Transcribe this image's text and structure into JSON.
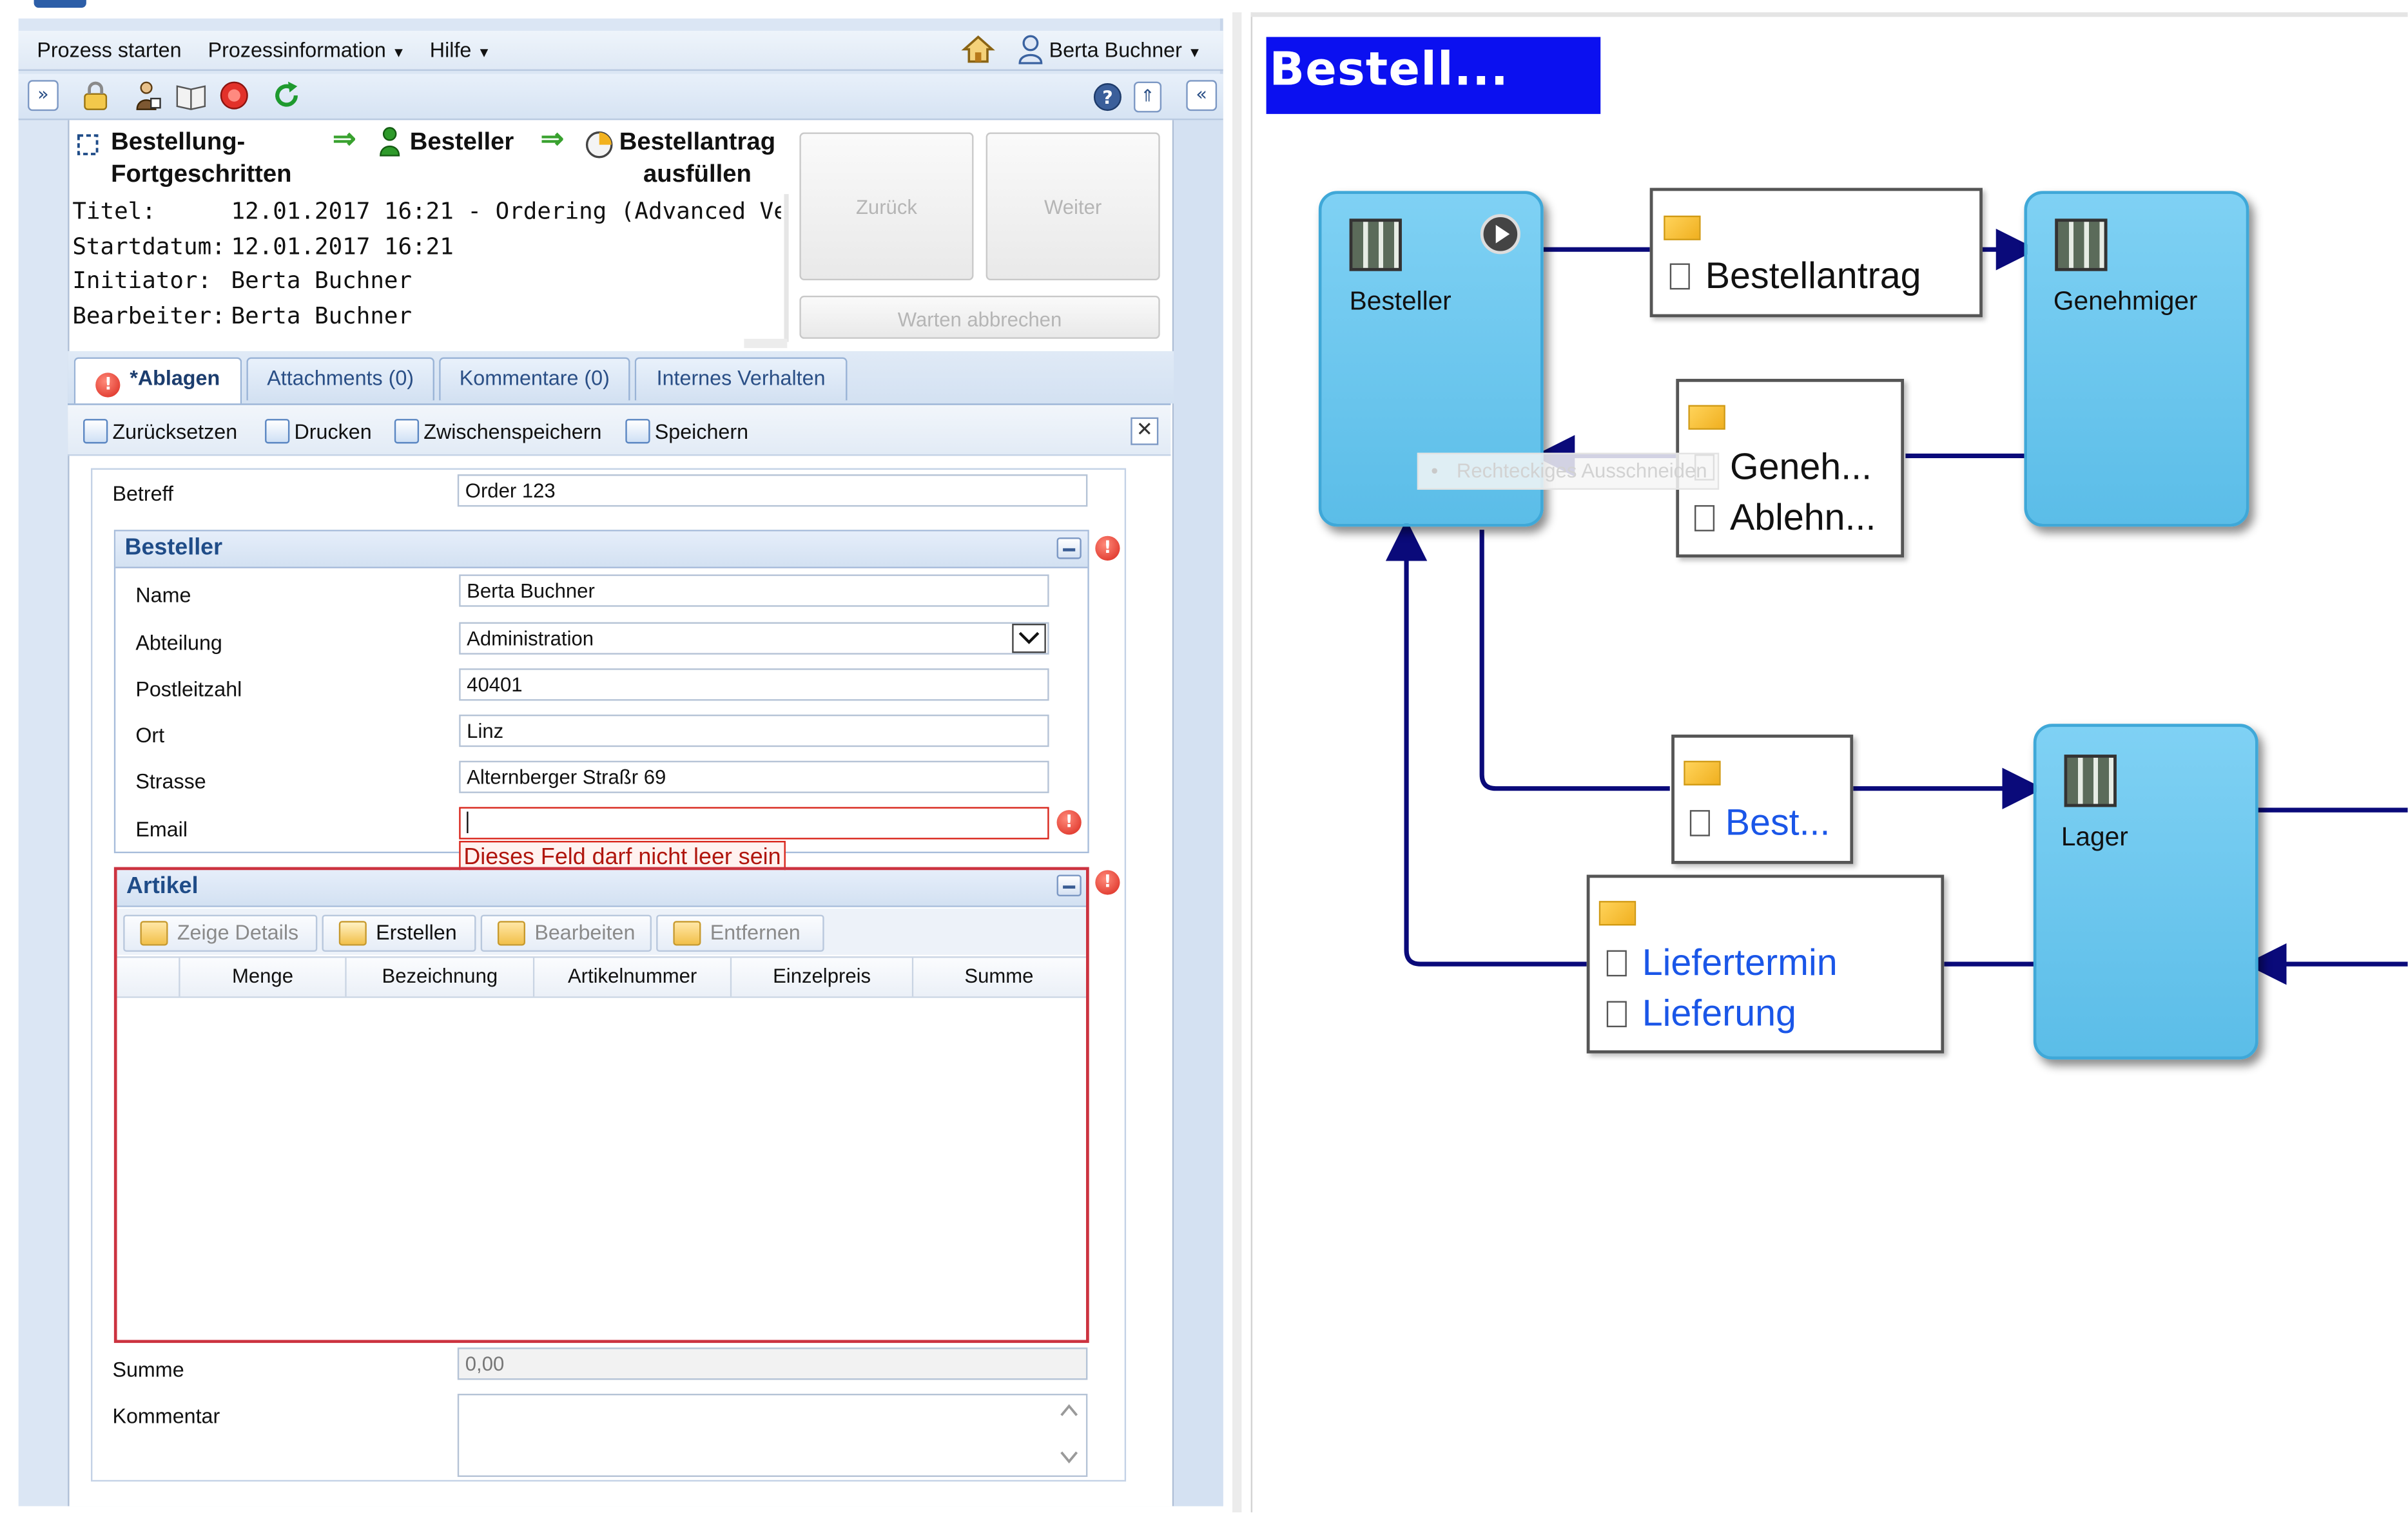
{
  "menubar": {
    "items": [
      "Prozess starten",
      "Prozessinformation",
      "Hilfe"
    ],
    "user_name": "Berta Buchner"
  },
  "header": {
    "breadcrumb": {
      "process": "Bestellung-\nFortgeschritten",
      "role": "Besteller",
      "step": "Bestellantrag\nausfüllen"
    },
    "info": [
      {
        "label": "Titel:",
        "value": "12.01.2017 16:21 - Ordering (Advanced Ve"
      },
      {
        "label": "Startdatum:",
        "value": "12.01.2017 16:21"
      },
      {
        "label": "Initiator:",
        "value": "Berta Buchner"
      },
      {
        "label": "Bearbeiter:",
        "value": "Berta Buchner"
      }
    ],
    "buttons": {
      "back": "Zurück",
      "next": "Weiter",
      "cancel_wait": "Warten abbrechen"
    }
  },
  "tabs": [
    "*Ablagen",
    "Attachments (0)",
    "Kommentare (0)",
    "Internes Verhalten"
  ],
  "form_toolbar": {
    "reset": "Zurücksetzen",
    "print": "Drucken",
    "save_temp": "Zwischenspeichern",
    "save": "Speichern"
  },
  "form": {
    "betreff": {
      "label": "Betreff",
      "value": "Order 123"
    },
    "besteller": {
      "title": "Besteller",
      "fields": [
        {
          "label": "Name",
          "value": "Berta Buchner"
        },
        {
          "label": "Abteilung",
          "value": "Administration"
        },
        {
          "label": "Postleitzahl",
          "value": "40401"
        },
        {
          "label": "Ort",
          "value": "Linz"
        },
        {
          "label": "Strasse",
          "value": "Alternberger Straßr 69"
        },
        {
          "label": "Email",
          "value": ""
        }
      ],
      "email_error": "Dieses Feld darf nicht leer sein"
    },
    "artikel": {
      "title": "Artikel",
      "buttons": [
        "Zeige Details",
        "Erstellen",
        "Bearbeiten",
        "Entfernen"
      ],
      "columns": [
        "Menge",
        "Bezeichnung",
        "Artikelnummer",
        "Einzelpreis",
        "Summe"
      ]
    },
    "summe": {
      "label": "Summe",
      "value": "0,00"
    },
    "kommentar": {
      "label": "Kommentar",
      "value": ""
    }
  },
  "diagram": {
    "title": "Bestell...",
    "lanes": [
      "Besteller",
      "Genehmiger",
      "Lager"
    ],
    "messages": {
      "m1": [
        "Bestellantrag"
      ],
      "m2": [
        "Geneh...",
        "Ablehn..."
      ],
      "m3": [
        "Best..."
      ],
      "m4": [
        "Liefertermin",
        "Lieferung"
      ]
    },
    "tooltip": "Rechteckiges Ausschneiden"
  },
  "colors": {
    "diagram_title_bg": "#0b10f0",
    "lane_fill": "#66c4ec",
    "link_blue": "#1a56e8",
    "arrow": "#0a0a7a",
    "error_red": "#d9261c"
  }
}
